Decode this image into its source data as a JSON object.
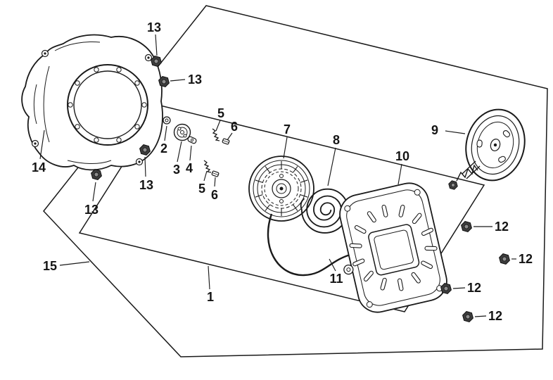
{
  "colors": {
    "line": "#1a1a1a",
    "background": "#ffffff",
    "fastener_fill": "#3d3d3d"
  },
  "callouts": {
    "c1": "1",
    "c2": "2",
    "c3": "3",
    "c4": "4",
    "c5a": "5",
    "c5b": "5",
    "c6a": "6",
    "c6b": "6",
    "c7": "7",
    "c8": "8",
    "c9": "9",
    "c10": "10",
    "c11": "11",
    "c12a": "12",
    "c12b": "12",
    "c12c": "12",
    "c12d": "12",
    "c13a": "13",
    "c13b": "13",
    "c13c": "13",
    "c13d": "13",
    "c14": "14",
    "c15": "15"
  }
}
